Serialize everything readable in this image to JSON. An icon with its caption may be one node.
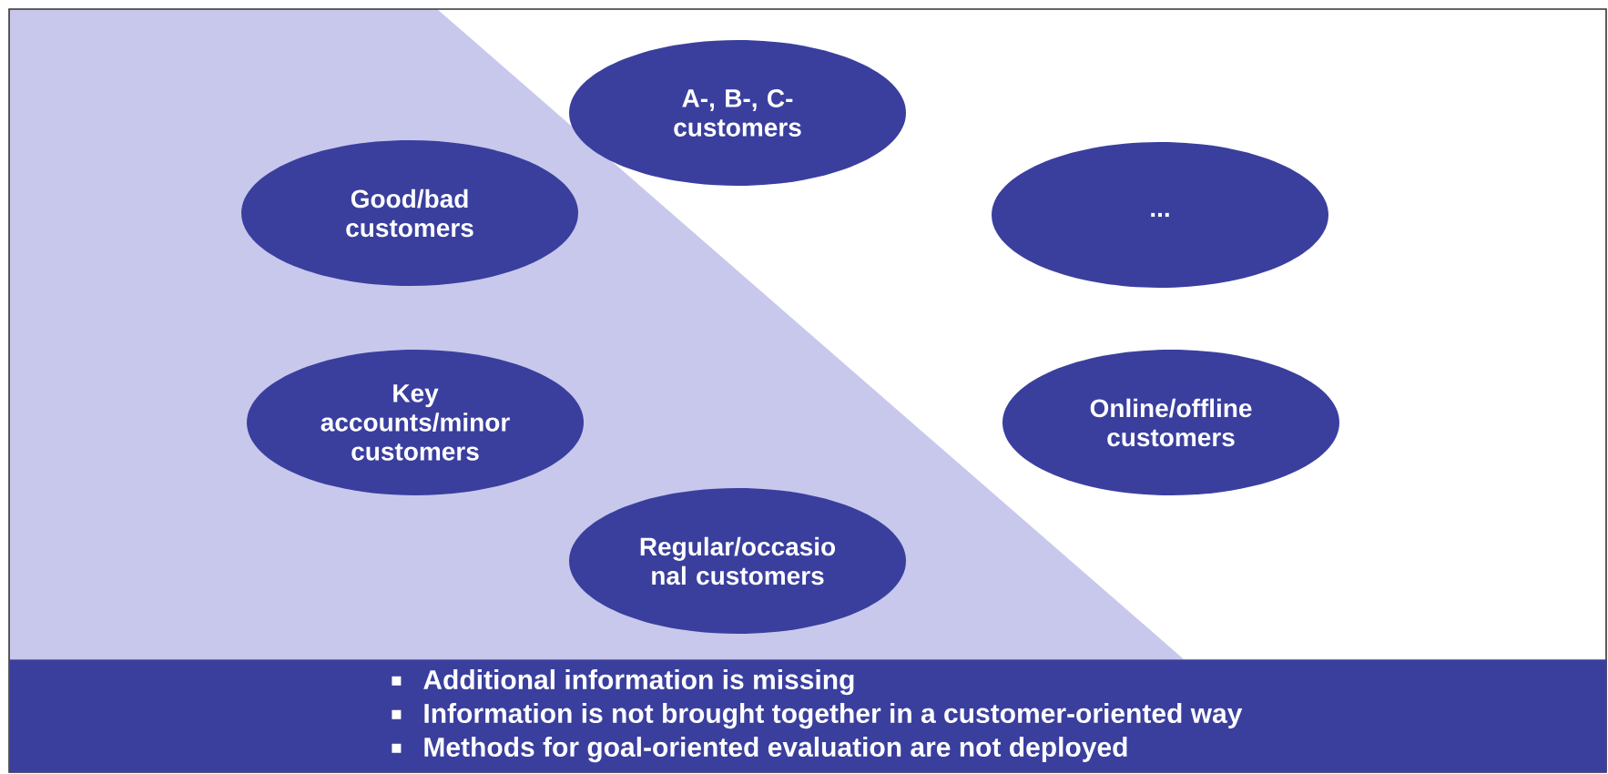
{
  "diagram": {
    "nodes": [
      {
        "text": [
          "A-, B-, C- customers"
        ]
      },
      {
        "text": [
          "Good/bad customers"
        ]
      },
      {
        "text": [
          "..."
        ]
      },
      {
        "text": [
          "Key accounts/minor customers"
        ]
      },
      {
        "text": [
          "Online/offline customers"
        ]
      },
      {
        "text": [
          "Regular/occasio nal customers"
        ]
      },
      {
        "text": [
          "Additional information is missing",
          "Information is not brought together  in a customer-oriented way",
          "Methods for goal-oriented evaluation are not deployed"
        ]
      }
    ]
  }
}
